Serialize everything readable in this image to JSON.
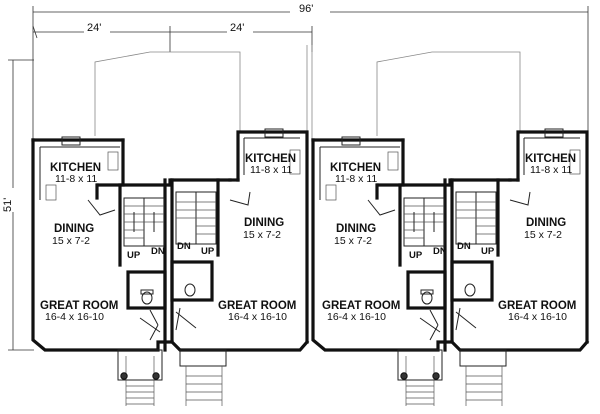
{
  "dimensions": {
    "overall": "96'",
    "unit_width": "24'",
    "unit_width_2": "24'",
    "depth": "51'"
  },
  "units": [
    {
      "kitchen": "KITCHEN",
      "kitchen_size": "11-8 x 11",
      "dining": "DINING",
      "dining_size": "15 x 7-2",
      "great_room": "GREAT ROOM",
      "great_room_size": "16-4 x 16-10",
      "stair_up": "UP",
      "stair_dn": "DN"
    },
    {
      "kitchen": "KITCHEN",
      "kitchen_size": "11-8 x 11",
      "dining": "DINING",
      "dining_size": "15 x 7-2",
      "great_room": "GREAT ROOM",
      "great_room_size": "16-4 x 16-10",
      "stair_up": "UP",
      "stair_dn": "DN"
    },
    {
      "kitchen": "KITCHEN",
      "kitchen_size": "11-8 x 11",
      "dining": "DINING",
      "dining_size": "15 x 7-2",
      "great_room": "GREAT ROOM",
      "great_room_size": "16-4 x 16-10",
      "stair_up": "UP",
      "stair_dn": "DN"
    },
    {
      "kitchen": "KITCHEN",
      "kitchen_size": "11-8 x 11",
      "dining": "DINING",
      "dining_size": "15 x 7-2",
      "great_room": "GREAT ROOM",
      "great_room_size": "16-4 x 16-10",
      "stair_up": "UP",
      "stair_dn": "DN"
    }
  ]
}
